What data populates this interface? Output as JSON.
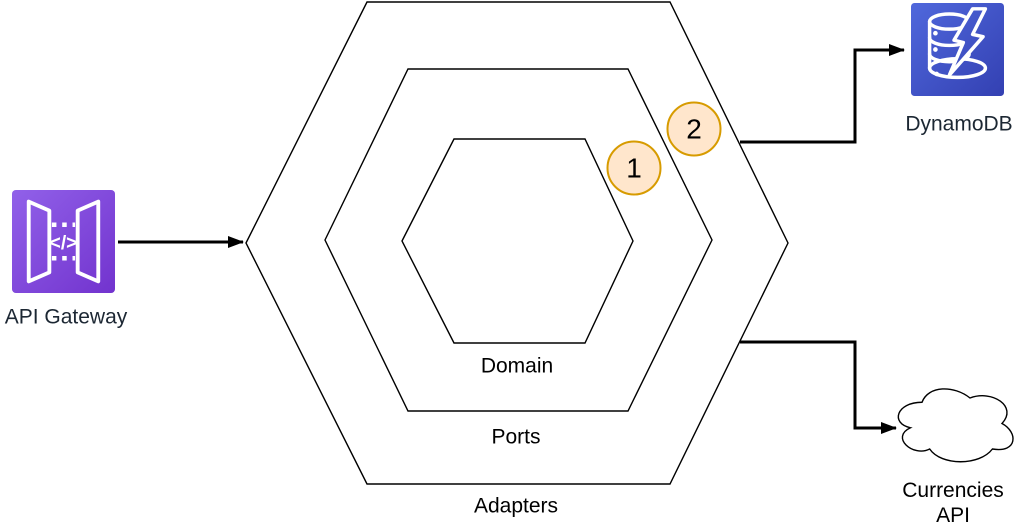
{
  "nodes": {
    "api_gateway": {
      "label": "API Gateway",
      "icon_glyph": "</>"
    },
    "dynamodb": {
      "label": "DynamoDB"
    },
    "currencies_api": {
      "label_lines": [
        "Currencies",
        "API"
      ]
    }
  },
  "hexagons": [
    {
      "id": "adapters",
      "label": "Adapters"
    },
    {
      "id": "ports",
      "label": "Ports"
    },
    {
      "id": "domain",
      "label": "Domain"
    }
  ],
  "badges": [
    {
      "value": "1"
    },
    {
      "value": "2"
    }
  ],
  "colors": {
    "badge_fill": "#FFE6CC",
    "badge_border": "#D79B00",
    "api_gateway_grad_start": "#9161E9",
    "api_gateway_grad_end": "#7233CE",
    "dynamodb_grad_start": "#5068DC",
    "dynamodb_grad_end": "#3340B2",
    "line": "#000000"
  }
}
